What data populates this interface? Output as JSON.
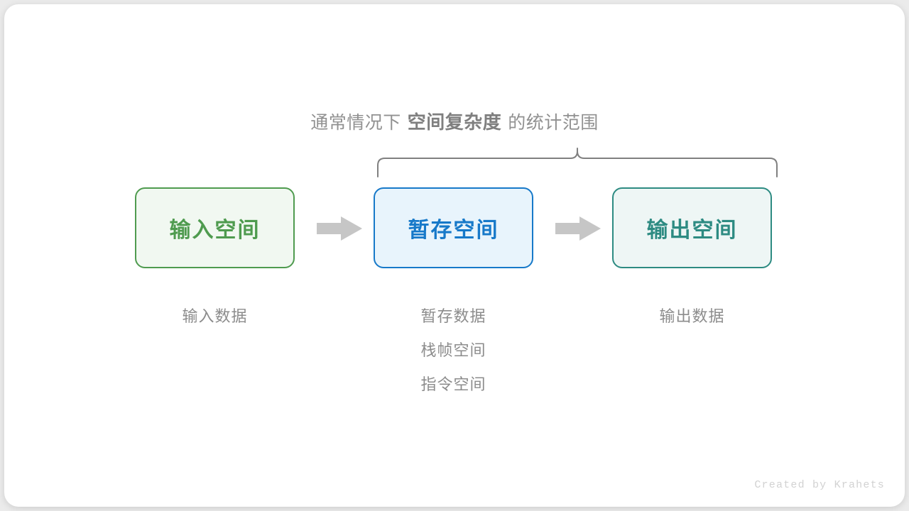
{
  "figure": {
    "title": {
      "prefix": "通常情况下",
      "emphasis": "空间复杂度",
      "suffix": "的统计范围"
    },
    "brace": {
      "label": "scope-brace",
      "color": "#808080",
      "covers": [
        "暂存空间",
        "输出空间"
      ]
    },
    "boxes": [
      {
        "id": "input",
        "title": "输入空间",
        "border_color": "#4f9b4f",
        "fill_color": "#f1f8f1",
        "text_color": "#4f9b4f"
      },
      {
        "id": "temp",
        "title": "暂存空间",
        "border_color": "#1779c9",
        "fill_color": "#e8f4fc",
        "text_color": "#1779c9"
      },
      {
        "id": "output",
        "title": "输出空间",
        "border_color": "#2d8b82",
        "fill_color": "#eef6f5",
        "text_color": "#2d8b82"
      }
    ],
    "arrows": [
      {
        "id": "input-to-temp",
        "color": "#c6c6c6"
      },
      {
        "id": "temp-to-output",
        "color": "#c6c6c6"
      }
    ],
    "labels": [
      {
        "id": "input",
        "items": [
          "输入数据"
        ]
      },
      {
        "id": "temp",
        "items": [
          "暂存数据",
          "栈帧空间",
          "指令空间"
        ]
      },
      {
        "id": "output",
        "items": [
          "输出数据"
        ]
      }
    ],
    "watermark": "Created by Krahets"
  }
}
